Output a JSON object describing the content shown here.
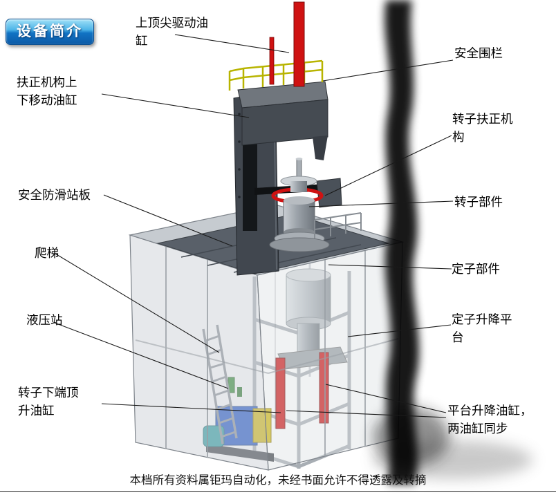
{
  "badge": {
    "label": "设备简介"
  },
  "labels": [
    {
      "id": "top-drive-cylinder",
      "text": "上顶尖驱动油缸"
    },
    {
      "id": "safety-fence",
      "text": "安全围栏"
    },
    {
      "id": "centering-lift-cylinder",
      "text": "扶正机构上下移动油缸"
    },
    {
      "id": "rotor-centering-mechanism",
      "text": "转子扶正机构"
    },
    {
      "id": "anti-slip-platform",
      "text": "安全防滑站板"
    },
    {
      "id": "rotor-component",
      "text": "转子部件"
    },
    {
      "id": "ladder",
      "text": "爬梯"
    },
    {
      "id": "stator-component",
      "text": "定子部件"
    },
    {
      "id": "hydraulic-station",
      "text": "液压站"
    },
    {
      "id": "stator-lift-platform",
      "text": "定子升降平台"
    },
    {
      "id": "rotor-bottom-jack-cylinder",
      "text": "转子下端顶升油缸"
    },
    {
      "id": "platform-lift-cylinders",
      "text": "平台升降油缸，两油缸同步"
    }
  ],
  "footer": {
    "text": "本档所有资料属钜玛自动化，未经书面允许不得透露及转摘"
  },
  "colors": {
    "cylinder_red": "#cf1212",
    "railing_yellow": "#b8b400",
    "hydraulic_blue": "#1f55c8",
    "accumulator_yellow": "#d2b90f",
    "motor_teal": "#2a9da0",
    "pump_green": "#2e8b2e",
    "platform_gray": "#596069",
    "column_gray": "#41474f",
    "badge_blue": "#1479c4"
  }
}
